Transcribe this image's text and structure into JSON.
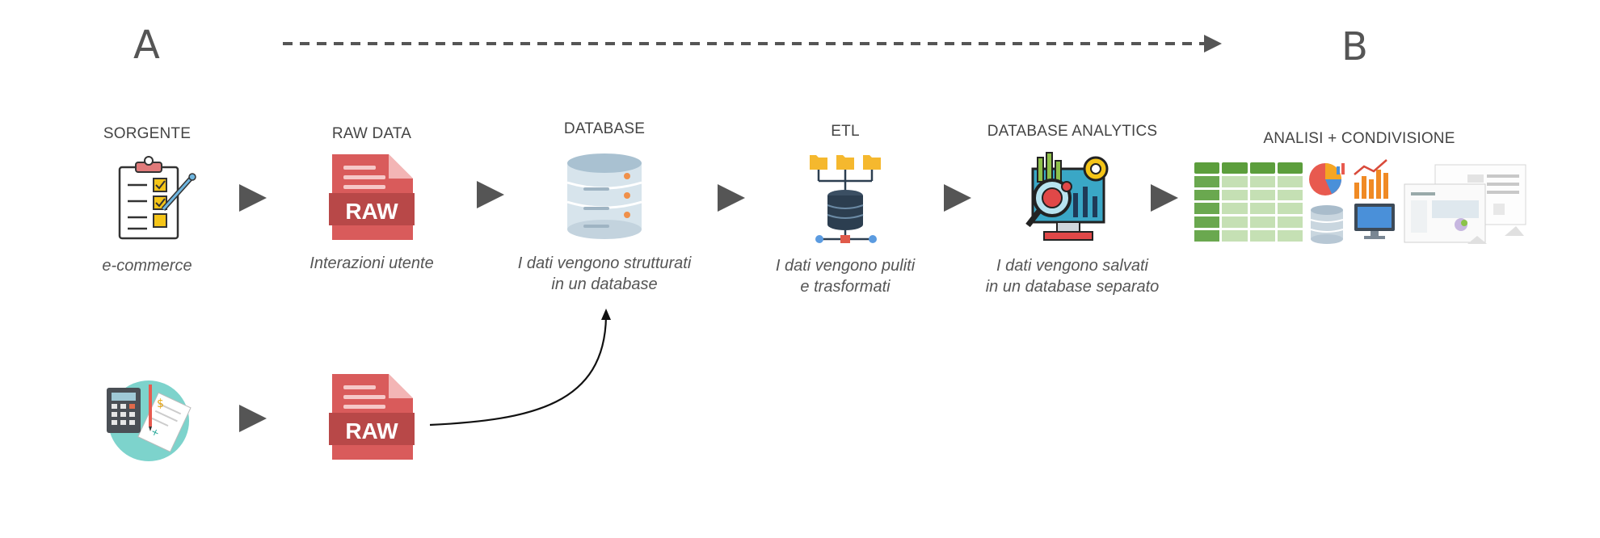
{
  "flow": {
    "start_label": "A",
    "end_label": "B"
  },
  "stages": [
    {
      "title": "SORGENTE",
      "caption_lines": [
        "e-commerce"
      ],
      "icon": "clipboard-checklist-icon"
    },
    {
      "title": "RAW DATA",
      "caption_lines": [
        "Interazioni utente"
      ],
      "icon": "raw-file-icon",
      "badge": "RAW"
    },
    {
      "title": "DATABASE",
      "caption_lines": [
        "I dati vengono strutturati",
        "in un database"
      ],
      "icon": "database-icon"
    },
    {
      "title": "ETL",
      "caption_lines": [
        "I dati vengono puliti",
        "e trasformati"
      ],
      "icon": "etl-icon"
    },
    {
      "title": "DATABASE ANALYTICS",
      "caption_lines": [
        "I dati vengono salvati",
        "in un database separato"
      ],
      "icon": "analytics-icon"
    },
    {
      "title": "ANALISI + CONDIVISIONE",
      "caption_lines": [],
      "icon": "dashboards-icon"
    }
  ],
  "second_source": {
    "icon": "accounting-icon",
    "raw_badge": "RAW"
  },
  "colors": {
    "arrow": "#555555",
    "raw_red": "#d95b5b",
    "raw_dark": "#b84848",
    "sheet_green": "#6aa84f",
    "sheet_light": "#c5e0b4"
  }
}
